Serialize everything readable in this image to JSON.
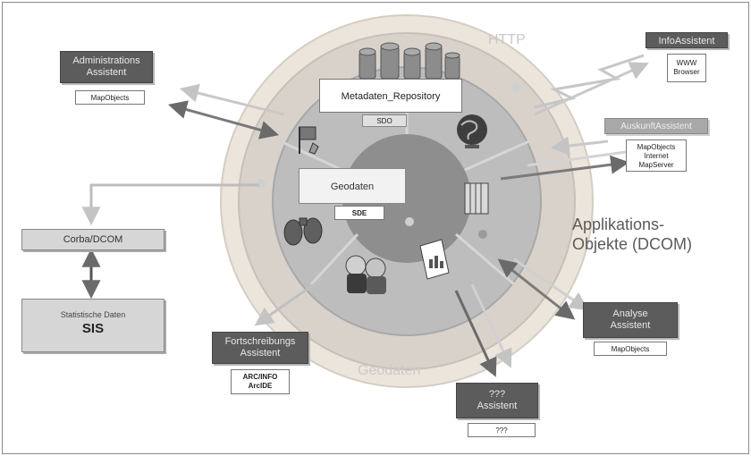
{
  "diagram": {
    "protocol_label": "HTTP",
    "geodaten_ring_label": "Geodaten",
    "applikations_label": "Applikations-\nObjekte (DCOM)",
    "center_box_label": "Geodaten",
    "center_box_tag": "SDE",
    "repository_label": "Metadaten_Repository",
    "repository_tag": "SDO"
  },
  "nodes": {
    "admin": {
      "title": "Administrations\nAssistent",
      "sub": "MapObjects"
    },
    "info": {
      "title": "InfoAssistent",
      "sub": "WWW\nBrowser"
    },
    "auskunft": {
      "title": "AuskunftAssistent",
      "sub": "MapObjects\nInternet\nMapServer"
    },
    "corba": {
      "title": "Corba/DCOM"
    },
    "sis": {
      "caption": "Statistische Daten",
      "title": "SIS"
    },
    "fort": {
      "title": "Fortschreibungs\nAssistent",
      "sub": "ARC/INFO\nArcIDE"
    },
    "analyse": {
      "title": "Analyse\nAssistent",
      "sub": "MapObjects"
    },
    "unknown": {
      "title": "???\nAssistent",
      "sub": "???"
    }
  },
  "icons": [
    "database-cylinders-icon",
    "globe-icon",
    "server-rack-icon",
    "binoculars-icon",
    "people-icon",
    "document-chart-icon",
    "flags-tools-icon"
  ]
}
